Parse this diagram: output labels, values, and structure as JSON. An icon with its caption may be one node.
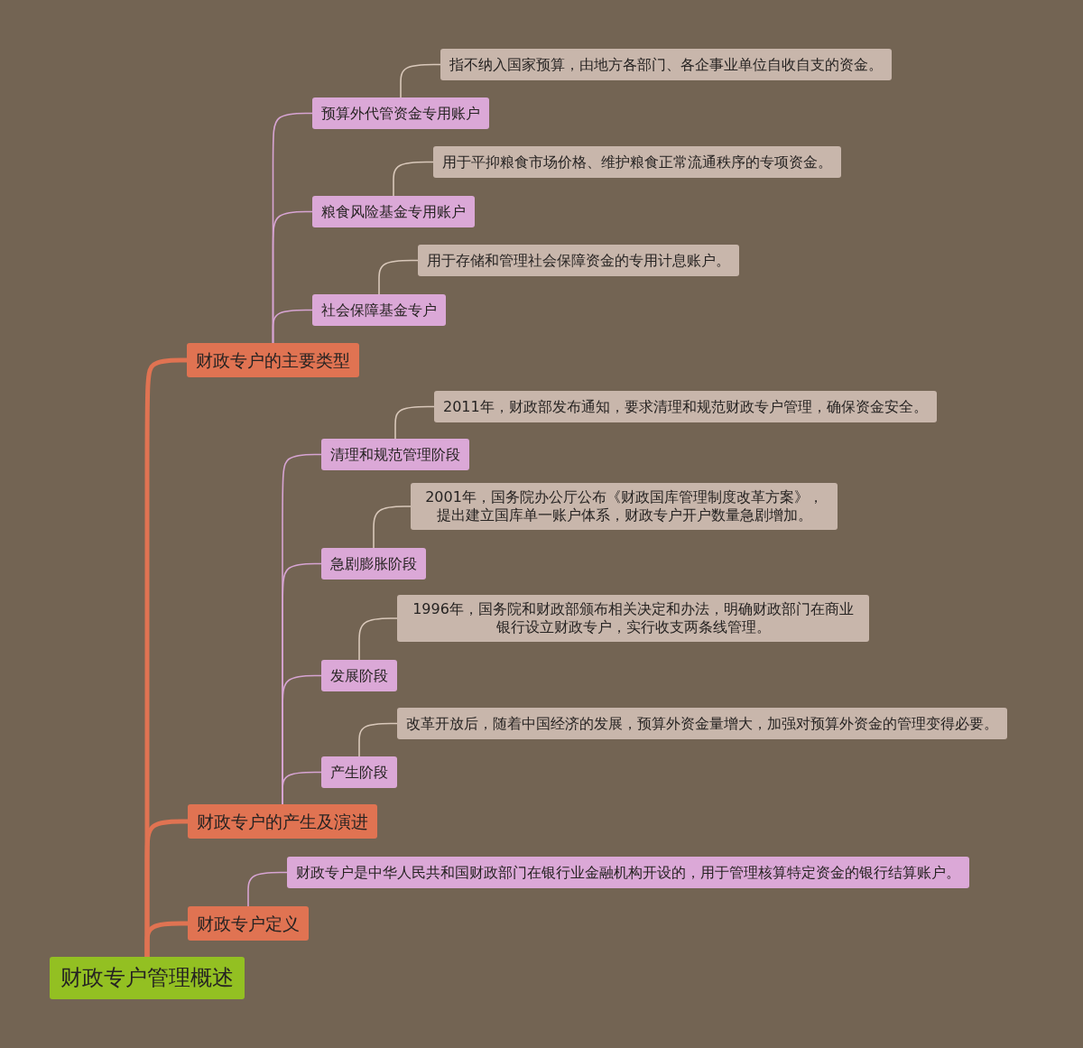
{
  "diagram": {
    "nodes": [
      {
        "text": [
          "指不纳入国家预算，由地方各部门、各企事业单位自收自支的资金。"
        ]
      },
      {
        "text": [
          "预算外代管资金专用账户"
        ]
      },
      {
        "text": [
          "用于平抑粮食市场价格、维护粮食正常流通秩序的专项资金。"
        ]
      },
      {
        "text": [
          "粮食风险基金专用账户"
        ]
      },
      {
        "text": [
          "用于存储和管理社会保障资金的专用计息账户。"
        ]
      },
      {
        "text": [
          "社会保障基金专户"
        ]
      },
      {
        "text": [
          "财政专户的主要类型"
        ]
      },
      {
        "text": [
          "2011年，财政部发布通知，要求清理和规范财政专户管理，确保资金安全。"
        ]
      },
      {
        "text": [
          "清理和规范管理阶段"
        ]
      },
      {
        "text": [
          "2001年，国务院办公厅公布《财政国库管理制度改革方案》，提出建立国库单一账户体系，财政专户开户数量急剧增加。"
        ]
      },
      {
        "text": [
          "急剧膨胀阶段"
        ]
      },
      {
        "text": [
          "1996年，国务院和财政部颁布相关决定和办法，明确财政部门在商业银行设立财政专户，实行收支两条线管理。"
        ]
      },
      {
        "text": [
          "发展阶段"
        ]
      },
      {
        "text": [
          "改革开放后，随着中国经济的发展，预算外资金量增大，加强对预算外资金的管理变得必要。"
        ]
      },
      {
        "text": [
          "产生阶段"
        ]
      },
      {
        "text": [
          "财政专户的产生及演进"
        ]
      },
      {
        "text": [
          "财政专户是中华人民共和国财政部门在银行业金融机构开设的，用于管理核算特定资金的银行结算账户。"
        ]
      },
      {
        "text": [
          "财政专户定义"
        ]
      },
      {
        "text": [
          "财政专户管理概述"
        ]
      }
    ],
    "edges": [
      {
        "from": 18,
        "to": 6,
        "arrow": "none",
        "style": "thick",
        "color": "#e07352"
      },
      {
        "from": 18,
        "to": 15,
        "arrow": "none",
        "style": "thick",
        "color": "#e07352"
      },
      {
        "from": 18,
        "to": 17,
        "arrow": "none",
        "style": "thick",
        "color": "#e07352"
      },
      {
        "from": 6,
        "to": 1,
        "arrow": "none"
      },
      {
        "from": 6,
        "to": 3,
        "arrow": "none"
      },
      {
        "from": 6,
        "to": 5,
        "arrow": "none"
      },
      {
        "from": 1,
        "to": 0,
        "arrow": "none",
        "color": "#d9c8ba"
      },
      {
        "from": 3,
        "to": 2,
        "arrow": "none",
        "color": "#d9c8ba"
      },
      {
        "from": 5,
        "to": 4,
        "arrow": "none",
        "color": "#d9c8ba"
      },
      {
        "from": 15,
        "to": 8,
        "arrow": "none"
      },
      {
        "from": 15,
        "to": 10,
        "arrow": "none"
      },
      {
        "from": 15,
        "to": 12,
        "arrow": "none"
      },
      {
        "from": 15,
        "to": 14,
        "arrow": "none"
      },
      {
        "from": 8,
        "to": 7,
        "arrow": "none",
        "color": "#d9c8ba"
      },
      {
        "from": 10,
        "to": 9,
        "arrow": "none",
        "color": "#d9c8ba"
      },
      {
        "from": 12,
        "to": 11,
        "arrow": "none",
        "color": "#d9c8ba"
      },
      {
        "from": 14,
        "to": 13,
        "arrow": "none",
        "color": "#d9c8ba"
      },
      {
        "from": 17,
        "to": 16,
        "arrow": "none"
      }
    ]
  }
}
